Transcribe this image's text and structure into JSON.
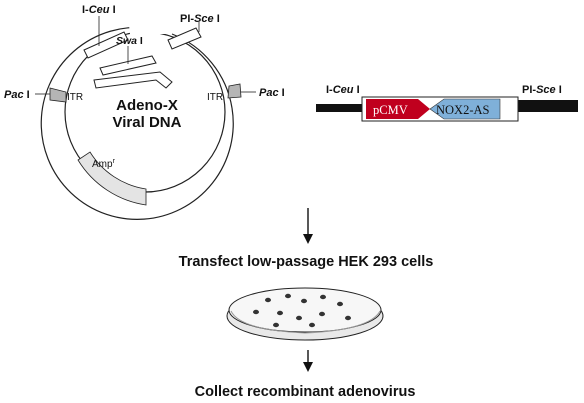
{
  "plasmid": {
    "name_line1": "Adeno-X",
    "name_line2": "Viral DNA",
    "itr_left": "ITR",
    "itr_right": "ITR",
    "amp_main": "Amp",
    "amp_sup": "r",
    "sites": {
      "iceu_prefix": "I-",
      "iceu_enzyme": "Ceu",
      "iceu_suffix": " I",
      "pisce_prefix": "PI-",
      "pisce_enzyme": "Sce",
      "pisce_suffix": " I",
      "swa_enzyme": "Swa",
      "swa_suffix": " I",
      "pac_left_enzyme": "Pac",
      "pac_left_suffix": " I",
      "pac_right_enzyme": "Pac",
      "pac_right_suffix": " I"
    }
  },
  "insert": {
    "left_prefix": "I-",
    "left_enzyme": "Ceu",
    "left_suffix": " I",
    "right_prefix": "PI-",
    "right_enzyme": "Sce",
    "right_suffix": " I",
    "promoter": "pCMV",
    "gene": "NOX2-AS"
  },
  "steps": {
    "transfect": "Transfect low-passage HEK 293 cells",
    "collect": "Collect recombinant adenovirus"
  },
  "colors": {
    "promoter": "#c0001e",
    "gene": "#7fb0d9",
    "vector_bar": "#111111",
    "itr_band": "#b5b5b5",
    "amp_band": "#e4e4e4"
  }
}
